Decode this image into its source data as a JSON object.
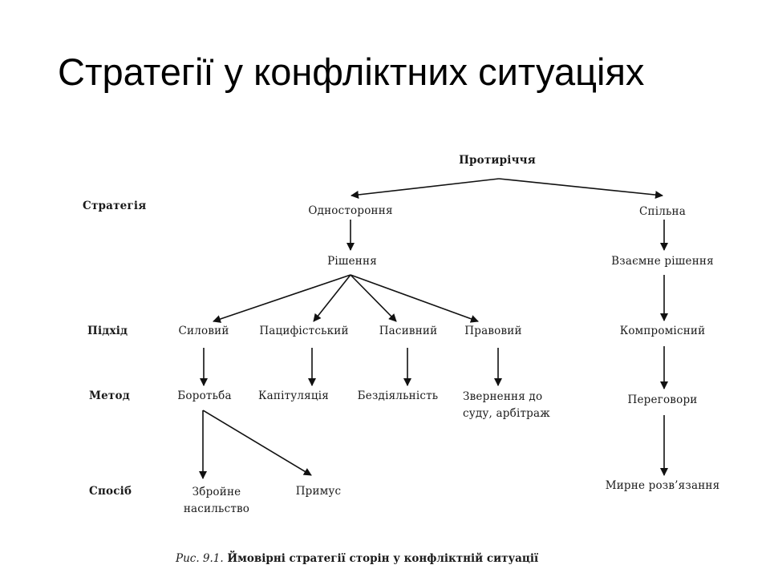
{
  "title": "Стратегії у конфліктних ситуаціях",
  "rows": {
    "strategy": "Стратегія",
    "approach": "Підхід",
    "method": "Метод",
    "way": "Спосіб"
  },
  "nodes": {
    "root": "Протиріччя",
    "one_sided": "Одностороння",
    "joint": "Спільна",
    "decision": "Рішення",
    "mutual_decision": "Взаємне рішення",
    "force": "Силовий",
    "pacifist": "Пацифістський",
    "passive": "Пасивний",
    "legal": "Правовий",
    "compromise": "Компромісний",
    "struggle": "Боротьба",
    "capitulation": "Капітуляція",
    "inaction": "Бездіяльність",
    "court": "Звернення до\nсуду, арбітраж",
    "negotiations": "Переговори",
    "armed_violence": "Збройне\nнасильство",
    "coercion": "Примус",
    "peaceful_resolution": "Мирне розв’язання"
  },
  "caption": {
    "prefix": "Рис. 9.1.",
    "text": "Ймовірні стратегії сторін у конфліктній ситуації"
  }
}
